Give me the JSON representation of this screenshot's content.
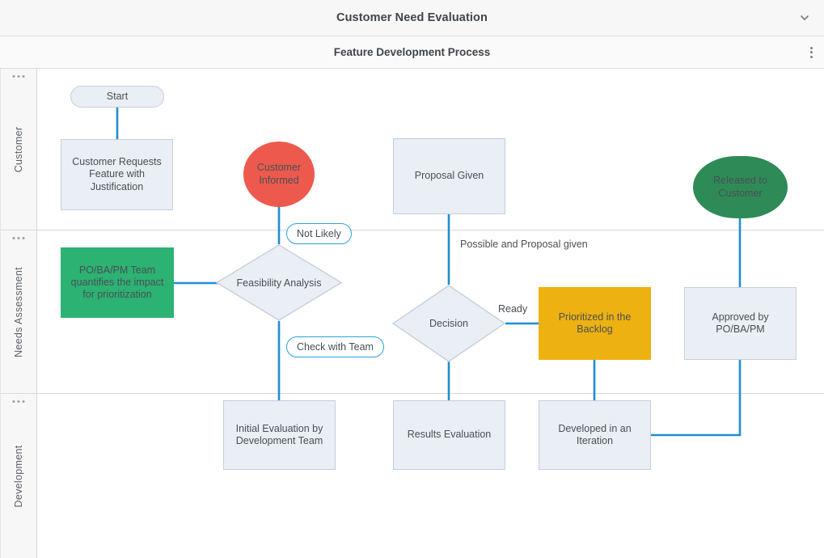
{
  "header": {
    "title": "Customer Need Evaluation",
    "collapse_icon": "chevron-down-icon",
    "subtitle": "Feature Development Process",
    "menu_icon": "kebab-menu-icon"
  },
  "colors": {
    "node_fill": "#eaeef5",
    "node_stroke": "#c6cfdd",
    "connector": "#1f8ed6",
    "pill_stroke": "#29a3e0",
    "red": "#ed5a4d",
    "green_box": "#2cb273",
    "green_ellipse": "#2e8b57",
    "yellow": "#edb111",
    "lane_bg": "#f7f7f7",
    "lane_border": "#d9d9d9",
    "text": "#4a4f55"
  },
  "lanes": [
    {
      "id": "customer",
      "label": "Customer",
      "dots_icon": "ellipsis-icon"
    },
    {
      "id": "needs-assessment",
      "label": "Needs Assessment",
      "dots_icon": "ellipsis-icon"
    },
    {
      "id": "development",
      "label": "Development",
      "dots_icon": "ellipsis-icon"
    }
  ],
  "nodes": [
    {
      "id": "start",
      "label": "Start",
      "lane": "customer",
      "shape": "terminator"
    },
    {
      "id": "customer-requests",
      "label": "Customer Requests Feature with Justification",
      "lane": "customer",
      "shape": "process"
    },
    {
      "id": "customer-informed",
      "label": "Customer Informed",
      "lane": "customer",
      "shape": "circle"
    },
    {
      "id": "proposal-given",
      "label": "Proposal Given",
      "lane": "customer",
      "shape": "process"
    },
    {
      "id": "released-to-customer",
      "label": "Released to Customer",
      "lane": "customer",
      "shape": "rounded-ellipse"
    },
    {
      "id": "po-ba-pm-team",
      "label": "PO/BA/PM Team quantifies the impact for prioritization",
      "lane": "needs-assessment",
      "shape": "plain"
    },
    {
      "id": "feasibility-analysis",
      "label": "Feasibility Analysis",
      "lane": "needs-assessment",
      "shape": "diamond"
    },
    {
      "id": "decision",
      "label": "Decision",
      "lane": "needs-assessment",
      "shape": "diamond"
    },
    {
      "id": "prioritized-backlog",
      "label": "Prioritized in the Backlog",
      "lane": "needs-assessment",
      "shape": "plain"
    },
    {
      "id": "approved-by",
      "label": "Approved by PO/BA/PM",
      "lane": "needs-assessment",
      "shape": "process"
    },
    {
      "id": "initial-evaluation",
      "label": "Initial Evaluation by Development Team",
      "lane": "development",
      "shape": "process"
    },
    {
      "id": "results-evaluation",
      "label": "Results Evaluation",
      "lane": "development",
      "shape": "process"
    },
    {
      "id": "developed-iteration",
      "label": "Developed in an Iteration",
      "lane": "development",
      "shape": "process"
    }
  ],
  "edge_labels": [
    {
      "id": "not-likely",
      "label": "Not Likely",
      "style": "pill"
    },
    {
      "id": "check-with-team",
      "label": "Check with Team",
      "style": "pill"
    },
    {
      "id": "possible-and-proposal-given",
      "label": "Possible and Proposal given",
      "style": "plain"
    },
    {
      "id": "ready",
      "label": "Ready",
      "style": "plain"
    }
  ]
}
